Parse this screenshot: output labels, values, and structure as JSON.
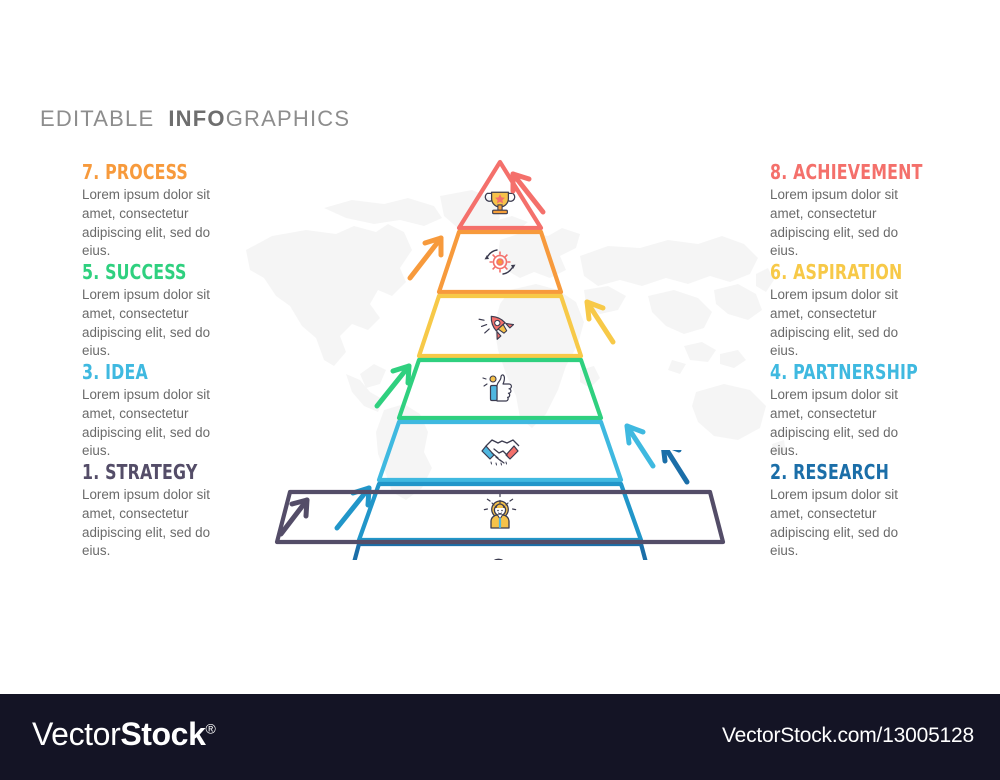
{
  "header": {
    "editable": "EDITABLE",
    "info": "INFO",
    "graphics": "GRAPHICS"
  },
  "body_text": "Lorem ipsum dolor sit amet, consectetur adipiscing elit, sed do eius.",
  "steps": [
    {
      "number": "1",
      "title": "1. STRATEGY",
      "body": "Lorem ipsum dolor sit amet, consectetur adipiscing elit, sed do eius.",
      "color": "#544d68",
      "side": "left",
      "row": 4,
      "icon": "businessman-icon",
      "level_label": "pyramid-level-1"
    },
    {
      "number": "2",
      "title": "2. RESEARCH",
      "body": "Lorem ipsum dolor sit amet, consectetur adipiscing elit, sed do eius.",
      "color": "#1b6ea8",
      "side": "right",
      "row": 4,
      "icon": "magnifier-icon",
      "level_label": "pyramid-level-2"
    },
    {
      "number": "3",
      "title": "3. IDEA",
      "body": "Lorem ipsum dolor sit amet, consectetur adipiscing elit, sed do eius.",
      "color": "#3fb9e0",
      "side": "left",
      "row": 3,
      "icon": "lightbulb-icon",
      "level_label": "pyramid-level-3"
    },
    {
      "number": "4",
      "title": "4. PARTNERSHIP",
      "body": "Lorem ipsum dolor sit amet, consectetur adipiscing elit, sed do eius.",
      "color": "#3fb9e0",
      "side": "right",
      "row": 3,
      "icon": "handshake-icon",
      "level_label": "pyramid-level-4"
    },
    {
      "number": "5",
      "title": "5. SUCCESS",
      "body": "Lorem ipsum dolor sit amet, consectetur adipiscing elit, sed do eius.",
      "color": "#2fd07f",
      "side": "left",
      "row": 2,
      "icon": "thumbs-up-icon",
      "level_label": "pyramid-level-5"
    },
    {
      "number": "6",
      "title": "6. ASPIRATION",
      "body": "Lorem ipsum dolor sit amet, consectetur adipiscing elit, sed do eius.",
      "color": "#f5c councils"
    }
  ],
  "steps_fixed": [
    {
      "number": "1",
      "title": "1. STRATEGY",
      "body": "Lorem ipsum dolor sit amet, consectetur adipiscing elit, sed do eius.",
      "color": "#544d68"
    },
    {
      "number": "2",
      "title": "2. RESEARCH",
      "body": "Lorem ipsum dolor sit amet, consectetur adipiscing elit, sed do eius.",
      "color": "#1b6ea8"
    },
    {
      "number": "3",
      "title": "3. IDEA",
      "body": "Lorem ipsum dolor sit amet, consectetur adipiscing elit, sed do eius.",
      "color": "#3fb9e0"
    },
    {
      "number": "4",
      "title": "4. PARTNERSHIP",
      "body": "Lorem ipsum dolor sit amet, consectetur adipiscing elit, sed do eius.",
      "color": "#3fb9e0"
    },
    {
      "number": "5",
      "title": "5. SUCCESS",
      "body": "Lorem ipsum dolor sit amet, consectetur adipiscing elit, sed do eius.",
      "color": "#2fd07f"
    },
    {
      "number": "6",
      "title": "6. ASPIRATION",
      "body": "Lorem ipsum dolor sit amet, consectetur adipiscing elit, sed do eius.",
      "color": "#f7c948"
    },
    {
      "number": "7",
      "title": "7. PROCESS",
      "body": "Lorem ipsum dolor sit amet, consectetur adipiscing elit, sed do eius.",
      "color": "#f79a3c"
    },
    {
      "number": "8",
      "title": "8. ACHIEVEMENT",
      "body": "Lorem ipsum dolor sit amet, consectetur adipiscing elit, sed do eius.",
      "color": "#f4706b"
    }
  ],
  "pyramid": {
    "levels": [
      {
        "index": 1,
        "color": "#544d68",
        "icon": "businessman-icon",
        "label": "1. STRATEGY"
      },
      {
        "index": 2,
        "color": "#1b6ea8",
        "icon": "magnifier-icon",
        "label": "2. RESEARCH"
      },
      {
        "index": 3,
        "color": "#2196c9",
        "icon": "lightbulb-icon",
        "label": "3. IDEA"
      },
      {
        "index": 4,
        "color": "#3fb9e0",
        "icon": "handshake-icon",
        "label": "4. PARTNERSHIP"
      },
      {
        "index": 5,
        "color": "#2fd07f",
        "icon": "thumbs-up-icon",
        "label": "5. SUCCESS"
      },
      {
        "index": 6,
        "color": "#f7c948",
        "icon": "rocket-icon",
        "label": "6. ASPIRATION"
      },
      {
        "index": 7,
        "color": "#f79a3c",
        "icon": "gear-icon",
        "label": "7. PROCESS"
      },
      {
        "index": 8,
        "color": "#f4706b",
        "icon": "trophy-icon",
        "label": "8. ACHIEVEMENT"
      }
    ],
    "arrows": [
      {
        "side": "left",
        "color": "#544d68"
      },
      {
        "side": "right",
        "color": "#1b6ea8"
      },
      {
        "side": "left",
        "color": "#2196c9"
      },
      {
        "side": "right",
        "color": "#3fb9e0"
      },
      {
        "side": "left",
        "color": "#2fd07f"
      },
      {
        "side": "right",
        "color": "#f7c948"
      },
      {
        "side": "left",
        "color": "#f79a3c"
      },
      {
        "side": "right",
        "color": "#f4706b"
      }
    ]
  },
  "footer": {
    "logo_vector": "Vector",
    "logo_stock": "Stock",
    "logo_reg": "®",
    "url": "VectorStock.com/13005128"
  }
}
